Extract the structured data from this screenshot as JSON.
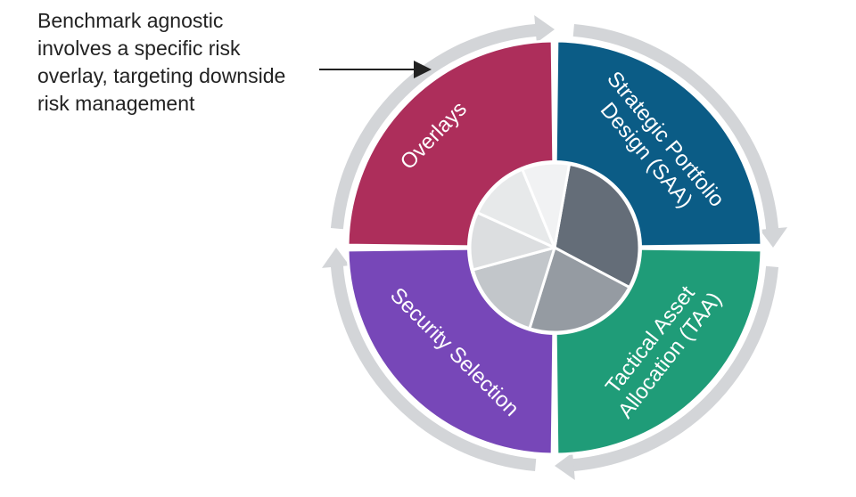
{
  "annotation": {
    "lines": [
      "Benchmark agnostic",
      "involves a specific risk",
      "overlay, targeting downside",
      "risk management"
    ]
  },
  "quadrants": [
    {
      "id": "saa",
      "lines": [
        "Strategic Portfolio",
        "Design (SAA)"
      ],
      "color": "#0b5c86"
    },
    {
      "id": "taa",
      "lines": [
        "Tactical Asset",
        "Allocation (TAA)"
      ],
      "color": "#1f9c78"
    },
    {
      "id": "security",
      "lines": [
        "Security Selection"
      ],
      "color": "#7747b8"
    },
    {
      "id": "overlays",
      "lines": [
        "Overlays"
      ],
      "color": "#ad2e5b"
    }
  ],
  "colors": {
    "cycle_arrow": "#d3d5d8",
    "pointer": "#222222",
    "pie_slices": [
      "#646d78",
      "#959ba2",
      "#c2c6ca",
      "#dcdee0",
      "#e7e9ea",
      "#f1f2f3"
    ]
  },
  "pie": {
    "slices": [
      30,
      22,
      16,
      11,
      12,
      9
    ]
  }
}
